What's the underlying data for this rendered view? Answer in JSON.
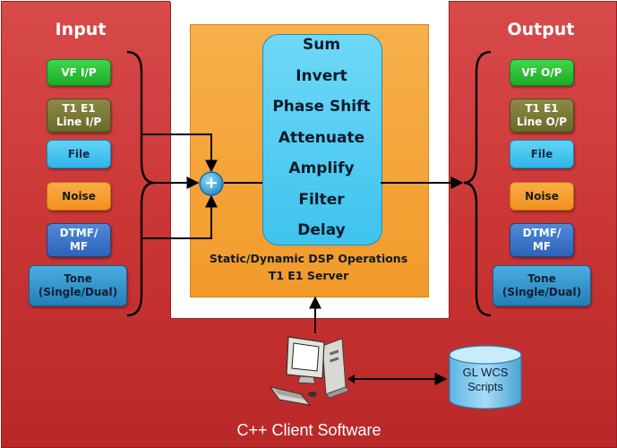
{
  "input": {
    "title": "Input",
    "items": [
      {
        "label": "VF I/P",
        "style": "green"
      },
      {
        "label": "T1 E1\nLine I/P",
        "style": "olive"
      },
      {
        "label": "File",
        "style": "cyan"
      },
      {
        "label": "Noise",
        "style": "orange"
      },
      {
        "label": "DTMF/\nMF",
        "style": "blue"
      },
      {
        "label": "Tone\n(Single/Dual)",
        "style": "tone"
      }
    ]
  },
  "output": {
    "title": "Output",
    "items": [
      {
        "label": "VF O/P",
        "style": "green"
      },
      {
        "label": "T1 E1\nLine O/P",
        "style": "olive"
      },
      {
        "label": "File",
        "style": "cyan"
      },
      {
        "label": "Noise",
        "style": "orange"
      },
      {
        "label": "DTMF/\nMF",
        "style": "blue"
      },
      {
        "label": "Tone\n(Single/Dual)",
        "style": "tone"
      }
    ]
  },
  "server": {
    "operations": [
      "Sum",
      "Invert",
      "Phase Shift",
      "Attenuate",
      "Amplify",
      "Filter",
      "Delay"
    ],
    "caption_line1": "Static/Dynamic DSP Operations",
    "caption_line2": "T1 E1 Server",
    "sum_symbol": "+"
  },
  "client": {
    "label": "C++ Client Software",
    "scripts_label": "GL WCS\nScripts",
    "computer_icon": "desktop-computer-icon",
    "database_icon": "database-cylinder-icon"
  },
  "colors": {
    "red_panel": "#c93434",
    "orange_panel": "#f29a2a",
    "blue_panel": "#3ec3ee",
    "sum_node": "#2a9fd6"
  }
}
